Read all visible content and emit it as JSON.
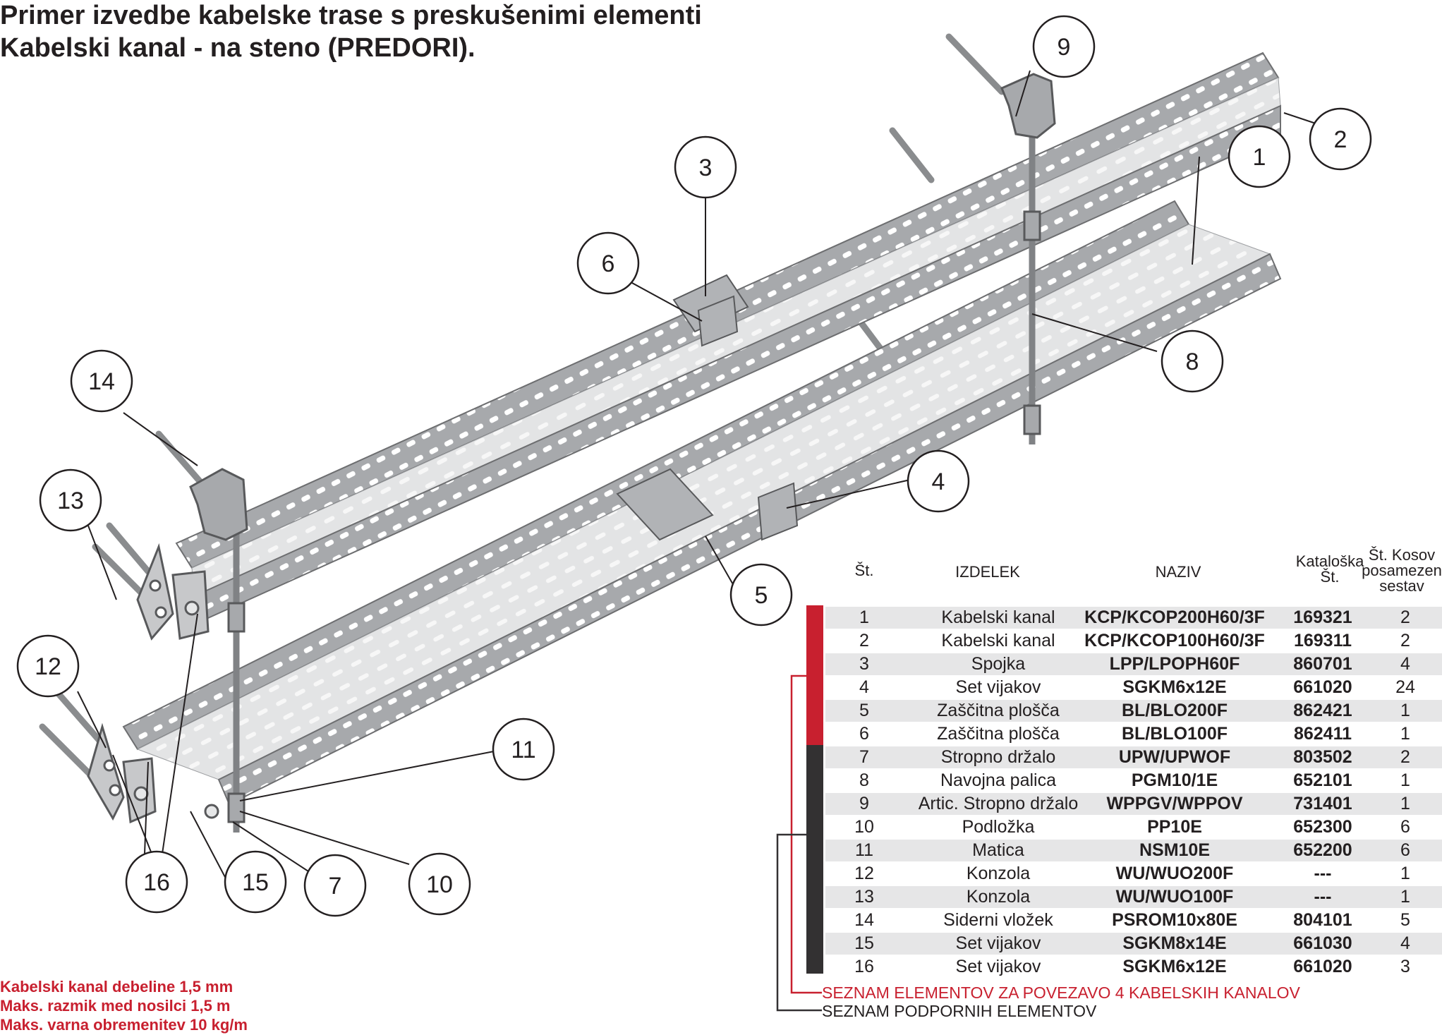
{
  "title": {
    "line1": "Primer izvedbe kabelske trase s preskušenimi elementi",
    "line2": "Kabelski kanal  - na steno (PREDORI)."
  },
  "callouts": [
    "1",
    "2",
    "3",
    "4",
    "5",
    "6",
    "7",
    "8",
    "9",
    "10",
    "11",
    "12",
    "13",
    "14",
    "15",
    "16"
  ],
  "table": {
    "headers": {
      "no": "Št.",
      "product": "IZDELEK",
      "name": "NAZIV",
      "catalog_line1": "Kataloška",
      "catalog_line2": "Št.",
      "qty_line1": "Št. Kosov",
      "qty_line2": "posamezen",
      "qty_line3": "sestav"
    },
    "rows": [
      {
        "no": "1",
        "product": "Kabelski kanal",
        "name": "KCP/KCOP200H60/3F",
        "catalog": "169321",
        "qty": "2"
      },
      {
        "no": "2",
        "product": "Kabelski kanal",
        "name": "KCP/KCOP100H60/3F",
        "catalog": "169311",
        "qty": "2"
      },
      {
        "no": "3",
        "product": "Spojka",
        "name": "LPP/LPOPH60F",
        "catalog": "860701",
        "qty": "4"
      },
      {
        "no": "4",
        "product": "Set vijakov",
        "name": "SGKM6x12E",
        "catalog": "661020",
        "qty": "24"
      },
      {
        "no": "5",
        "product": "Zaščitna plošča",
        "name": "BL/BLO200F",
        "catalog": "862421",
        "qty": "1"
      },
      {
        "no": "6",
        "product": "Zaščitna plošča",
        "name": "BL/BLO100F",
        "catalog": "862411",
        "qty": "1"
      },
      {
        "no": "7",
        "product": "Stropno držalo",
        "name": "UPW/UPWOF",
        "catalog": "803502",
        "qty": "2"
      },
      {
        "no": "8",
        "product": "Navojna palica",
        "name": "PGM10/1E",
        "catalog": "652101",
        "qty": "1"
      },
      {
        "no": "9",
        "product": "Artic. Stropno držalo",
        "name": "WPPGV/WPPOV",
        "catalog": "731401",
        "qty": "1"
      },
      {
        "no": "10",
        "product": "Podložka",
        "name": "PP10E",
        "catalog": "652300",
        "qty": "6"
      },
      {
        "no": "11",
        "product": "Matica",
        "name": "NSM10E",
        "catalog": "652200",
        "qty": "6"
      },
      {
        "no": "12",
        "product": "Konzola",
        "name": "WU/WUO200F",
        "catalog": "---",
        "qty": "1"
      },
      {
        "no": "13",
        "product": "Konzola",
        "name": "WU/WUO100F",
        "catalog": "---",
        "qty": "1"
      },
      {
        "no": "14",
        "product": "Siderni vložek",
        "name": "PSROM10x80E",
        "catalog": "804101",
        "qty": "5"
      },
      {
        "no": "15",
        "product": "Set vijakov",
        "name": "SGKM8x14E",
        "catalog": "661030",
        "qty": "4"
      },
      {
        "no": "16",
        "product": "Set vijakov",
        "name": "SGKM6x12E",
        "catalog": "661020",
        "qty": "3"
      }
    ]
  },
  "legend": {
    "red_label": "SEZNAM ELEMENTOV ZA POVEZAVO 4 KABELSKIH KANALOV",
    "dark_label": "SEZNAM PODPORNIH ELEMENTOV",
    "red_color": "#c8202f",
    "dark_color": "#333132"
  },
  "specs": [
    "Kabelski kanal debeline 1,5 mm",
    "Maks. razmik med nosilci 1,5 m",
    "Maks. varna obremenitev 10 kg/m"
  ]
}
